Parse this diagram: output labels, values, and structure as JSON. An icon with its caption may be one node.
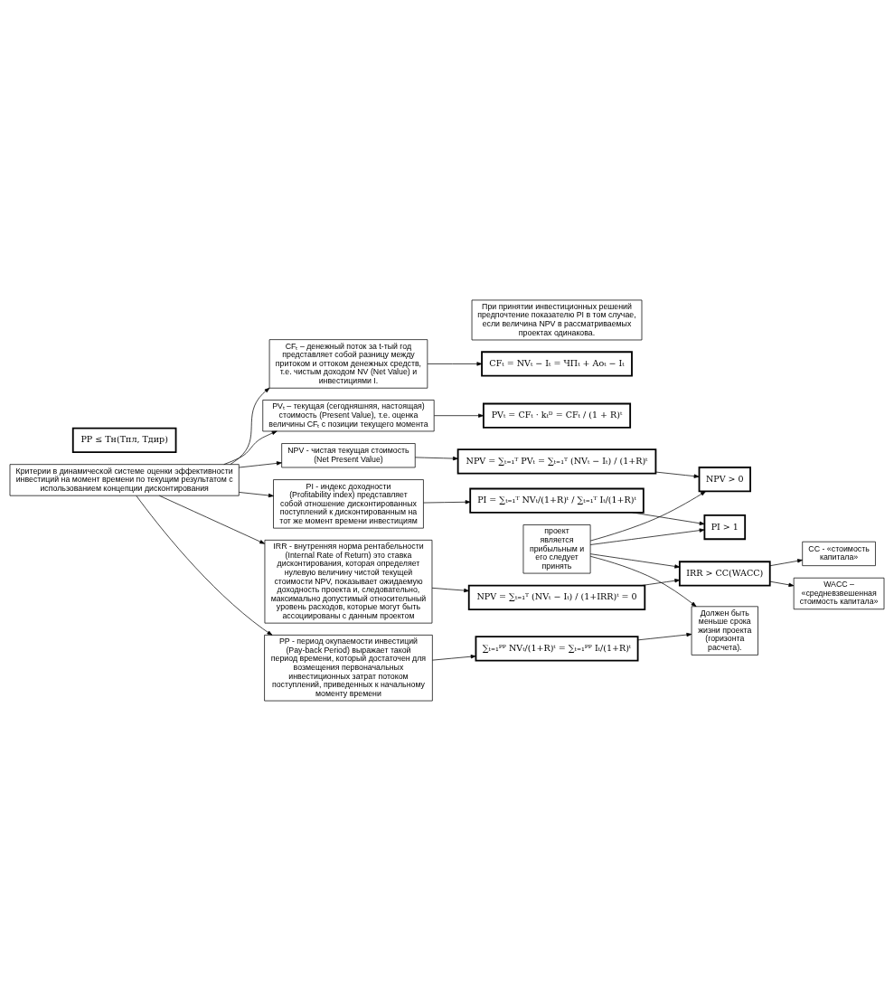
{
  "diagram": {
    "nodes": [
      {
        "text": [
          "Критерии в динамической системе оценки эффективности инвестиций на момент времени по текущим результатом с использованием концепции дисконтирования"
        ]
      },
      {
        "text": [
          "CFₜ – денежный поток за t-тый год представляет собой разницу между притоком и оттоком денежных средств, т.е. чистым доходом NV (Net Value) и инвестициями I."
        ]
      },
      {
        "text": [
          "CFₜ = NVₜ − Iₜ = ЧПₜ + Aoₜ − Iₜ"
        ]
      },
      {
        "text": [
          "PVₜ – текущая (сегодняшняя, настоящая) стоимость (Present Value), т.е. оценка величины CFₜ с позиции текущего момента"
        ]
      },
      {
        "text": [
          "PVₜ = CFₜ · kₜᴰ = CFₜ / (1 + R)ᵗ"
        ]
      },
      {
        "text": [
          "NPV - чистая текущая стоимость (Net Present Value)"
        ]
      },
      {
        "text": [
          "NPV = ∑ₜ₌₁ᵀ PVₜ = ∑ₜ₌₁ᵀ (NVₜ − Iₜ) / (1+R)ᵗ"
        ]
      },
      {
        "text": [
          "NPV > 0"
        ]
      },
      {
        "text": [
          "PI - индекс доходности (Profitability index) представляет собой отношение дисконтированных поступлений к дисконтированным на тот же момент времени инвестициям"
        ]
      },
      {
        "text": [
          "PI = ∑ₜ₌₁ᵀ NVₜ/(1+R)ᵗ / ∑ₜ₌₁ᵀ Iₜ/(1+R)ᵗ"
        ]
      },
      {
        "text": [
          "PI > 1"
        ]
      },
      {
        "text": [
          "При принятии инвестиционных решений предпочтение показателю PI в том случае, если величина NPV в рассматриваемых проектах одинакова."
        ]
      },
      {
        "text": [
          "IRR - внутренняя норма рентабельности (Internal Rate of Return) это ставка дисконтирования, которая определяет нулевую величину чистой текущей стоимости NPV, показывает ожидаемую доходность проекта и, следовательно, максимально допустимый относительный уровень расходов, которые могут быть ассоциированы с данным проектом"
        ]
      },
      {
        "text": [
          "NPV = ∑ₜ₌₁ᵀ (NVₜ − Iₜ) / (1+IRR)ᵗ = 0"
        ]
      },
      {
        "text": [
          "IRR > CC(WACC)"
        ]
      },
      {
        "text": [
          "CC - «стоимость капитала»"
        ]
      },
      {
        "text": [
          "WACC – «средневзвешенная стоимость капитала»"
        ]
      },
      {
        "text": [
          "PP - период окупаемости инвестиций (Pay-back Period) выражает такой период времени, который достаточен для возмещения первоначальных инвестиционных затрат потоком поступлений, приведенных к начальному моменту времени"
        ]
      },
      {
        "text": [
          "∑ₜ₌₁ᴾᴾ NVₜ/(1+R)ᵗ = ∑ₜ₌₁ᴾᴾ Iₜ/(1+R)ᵗ"
        ]
      },
      {
        "text": [
          "PP ≤ Tн(Tпл, Tдир)"
        ]
      },
      {
        "text": [
          "Должен быть меньше срока жизни проекта (горизонта расчета)."
        ]
      },
      {
        "text": [
          "проект является прибыльным и его следует принять"
        ]
      }
    ],
    "edges": [
      {
        "from": 0,
        "to": 1,
        "arrow": "to"
      },
      {
        "from": 0,
        "to": 3,
        "arrow": "to"
      },
      {
        "from": 0,
        "to": 5,
        "arrow": "to"
      },
      {
        "from": 0,
        "to": 8,
        "arrow": "to"
      },
      {
        "from": 0,
        "to": 12,
        "arrow": "to"
      },
      {
        "from": 0,
        "to": 17,
        "arrow": "to"
      },
      {
        "from": 1,
        "to": 2,
        "arrow": "to"
      },
      {
        "from": 3,
        "to": 4,
        "arrow": "to"
      },
      {
        "from": 5,
        "to": 6,
        "arrow": "to"
      },
      {
        "from": 6,
        "to": 7,
        "arrow": "to"
      },
      {
        "from": 8,
        "to": 9,
        "arrow": "to"
      },
      {
        "from": 9,
        "to": 10,
        "arrow": "to"
      },
      {
        "from": 12,
        "to": 13,
        "arrow": "to"
      },
      {
        "from": 13,
        "to": 14,
        "arrow": "to"
      },
      {
        "from": 14,
        "to": 15,
        "arrow": "to"
      },
      {
        "from": 14,
        "to": 16,
        "arrow": "to"
      },
      {
        "from": 17,
        "to": 18,
        "arrow": "to"
      },
      {
        "from": 18,
        "to": 20,
        "arrow": "to"
      },
      {
        "from": 21,
        "to": 7,
        "arrow": "to"
      },
      {
        "from": 21,
        "to": 10,
        "arrow": "to"
      },
      {
        "from": 21,
        "to": 14,
        "arrow": "to"
      },
      {
        "from": 21,
        "to": 20,
        "arrow": "to"
      }
    ]
  }
}
